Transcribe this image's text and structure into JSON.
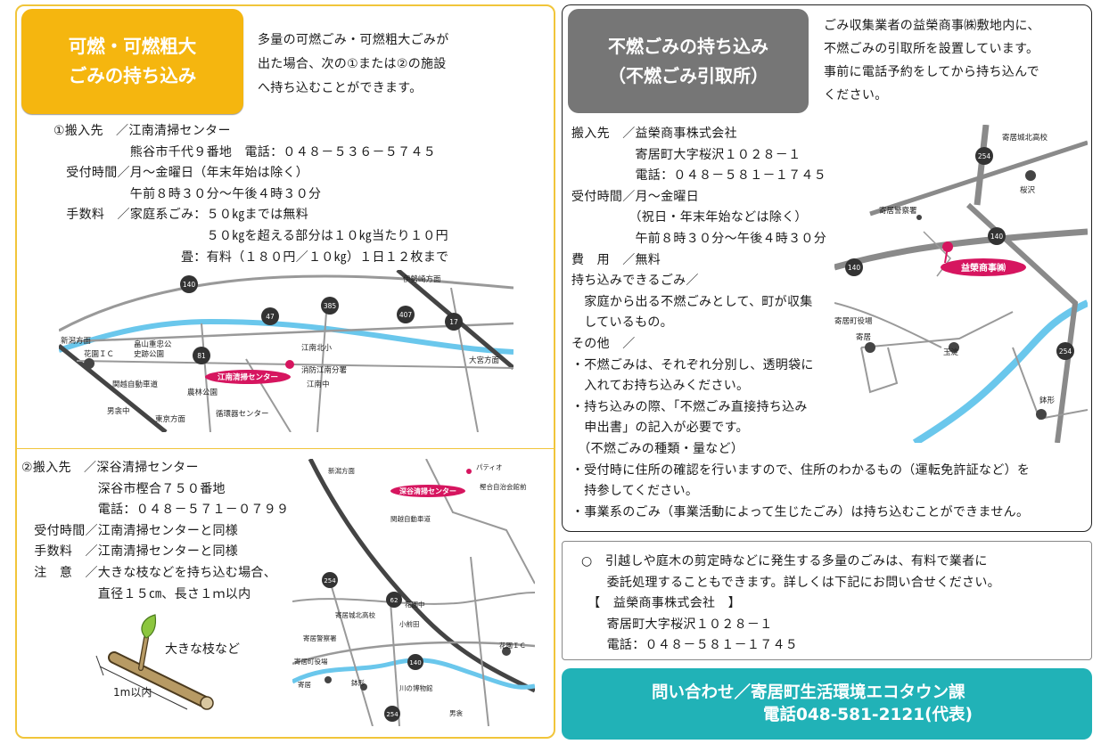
{
  "left": {
    "title_lines": [
      "可燃・可燃粗大",
      "ごみの持ち込み"
    ],
    "intro_lines": [
      "多量の可燃ごみ・可燃粗大ごみが",
      "出た場合、次の①または②の施設",
      "へ持ち込むことができます。"
    ],
    "site1_lines": [
      "①搬入先　／江南清掃センター",
      "　　　　　　熊谷市千代９番地　電話：０４８－５３６－５７４５",
      "　受付時間／月～金曜日（年末年始は除く）",
      "　　　　　　午前８時３０分～午後４時３０分",
      "　手数料　／家庭系ごみ：５０㎏までは無料",
      "　　　　　　　　　　　　５０㎏を超える部分は１０㎏当たり１０円",
      "　　　　　　　　　　畳：有料（１８０円／１０㎏）１日１２枚まで"
    ],
    "map1": {
      "labels": [
        "伊勢崎方面",
        "新潟方面",
        "花園ＩＣ",
        "畠山重忠公",
        "史跡公園",
        "関越自動車道",
        "男衾中",
        "東京方面",
        "農林公園",
        "循環器センター",
        "江南北小",
        "消防江南分署",
        "江南中",
        "大宮方面"
      ],
      "facility": "江南清掃センター",
      "route_numbers": [
        "140",
        "47",
        "385",
        "407",
        "17",
        "81"
      ]
    },
    "site2_lines": [
      "②搬入先　／深谷清掃センター",
      "　　　　　　深谷市樫合７５０番地",
      "　　　　　　電話：０４８－５７１－０７９９",
      "　受付時間／江南清掃センターと同様",
      "　手数料　／江南清掃センターと同様",
      "　注　意　／大きな枝などを持ち込む場合、",
      "　　　　　　直径１５㎝、長さ１ｍ以内"
    ],
    "branch_label": "大きな枝など",
    "branch_length": "1m以内",
    "map2": {
      "labels": [
        "新潟方面",
        "パティオ",
        "樫合自治会館前",
        "関越自動車道",
        "花園中",
        "寄居城北高校",
        "小前田",
        "寄居警察署",
        "寄居町役場",
        "寄居",
        "鉢形",
        "川の博物館",
        "男衾",
        "花園ＩＣ"
      ],
      "facility": "深谷清掃センター",
      "route_numbers": [
        "254",
        "62",
        "140",
        "254"
      ]
    }
  },
  "right": {
    "title_lines": [
      "不燃ごみの持ち込み",
      "（不燃ごみ引取所）"
    ],
    "intro_lines": [
      "ごみ収集業者の益榮商事㈱敷地内に、",
      "不燃ごみの引取所を設置しています。",
      "事前に電話予約をしてから持ち込んで",
      "ください。"
    ],
    "info_lines": [
      "搬入先　／益榮商事株式会社",
      "　　　　　寄居町大字桜沢１０２８－１",
      "　　　　　電話：０４８－５８１－１７４５",
      "受付時間／月～金曜日",
      "　　　　　（祝日・年末年始などは除く）",
      "　　　　　午前８時３０分～午後４時３０分",
      "費　用　／無料",
      "持ち込みできるごみ／",
      "　家庭から出る不燃ごみとして、町が収集",
      "　しているもの。",
      "その他　／",
      "・不燃ごみは、それぞれ分別し、透明袋に",
      "　入れてお持ち込みください。",
      "・持ち込みの際、「不燃ごみ直接持ち込み",
      "　申出書」の記入が必要です。",
      "　（不燃ごみの種類・量など）"
    ],
    "wide_lines": [
      "・受付時に住所の確認を行いますので、住所のわかるもの（運転免許証など）を",
      "　持参してください。",
      "・事業系のごみ（事業活動によって生じたごみ）は持ち込むことができません。"
    ],
    "map": {
      "labels": [
        "寄居城北高校",
        "桜沢",
        "寄居警察署",
        "寄居町役場",
        "寄居",
        "玉淀",
        "鉢形"
      ],
      "facility": "益榮商事㈱",
      "route_numbers": [
        "254",
        "140",
        "140",
        "254"
      ]
    }
  },
  "note": {
    "lines": [
      "○　引越しや庭木の剪定時などに発生する多量のごみは、有料で業者に",
      "　　委託処理することもできます。詳しくは下記にお問い合せください。",
      "　【　益榮商事株式会社　】",
      "　　寄居町大字桜沢１０２８－１",
      "　　電話：０４８－５８１－１７４５"
    ]
  },
  "contact": {
    "line1": "問い合わせ／寄居町生活環境エコタウン課",
    "line2": "電話048-581-2121(代表)"
  },
  "colors": {
    "left_accent": "#f5b60f",
    "right_accent": "#767676",
    "contact_bg": "#21b2b7",
    "facility_marker": "#d6155f",
    "river": "#6ac7ec"
  }
}
